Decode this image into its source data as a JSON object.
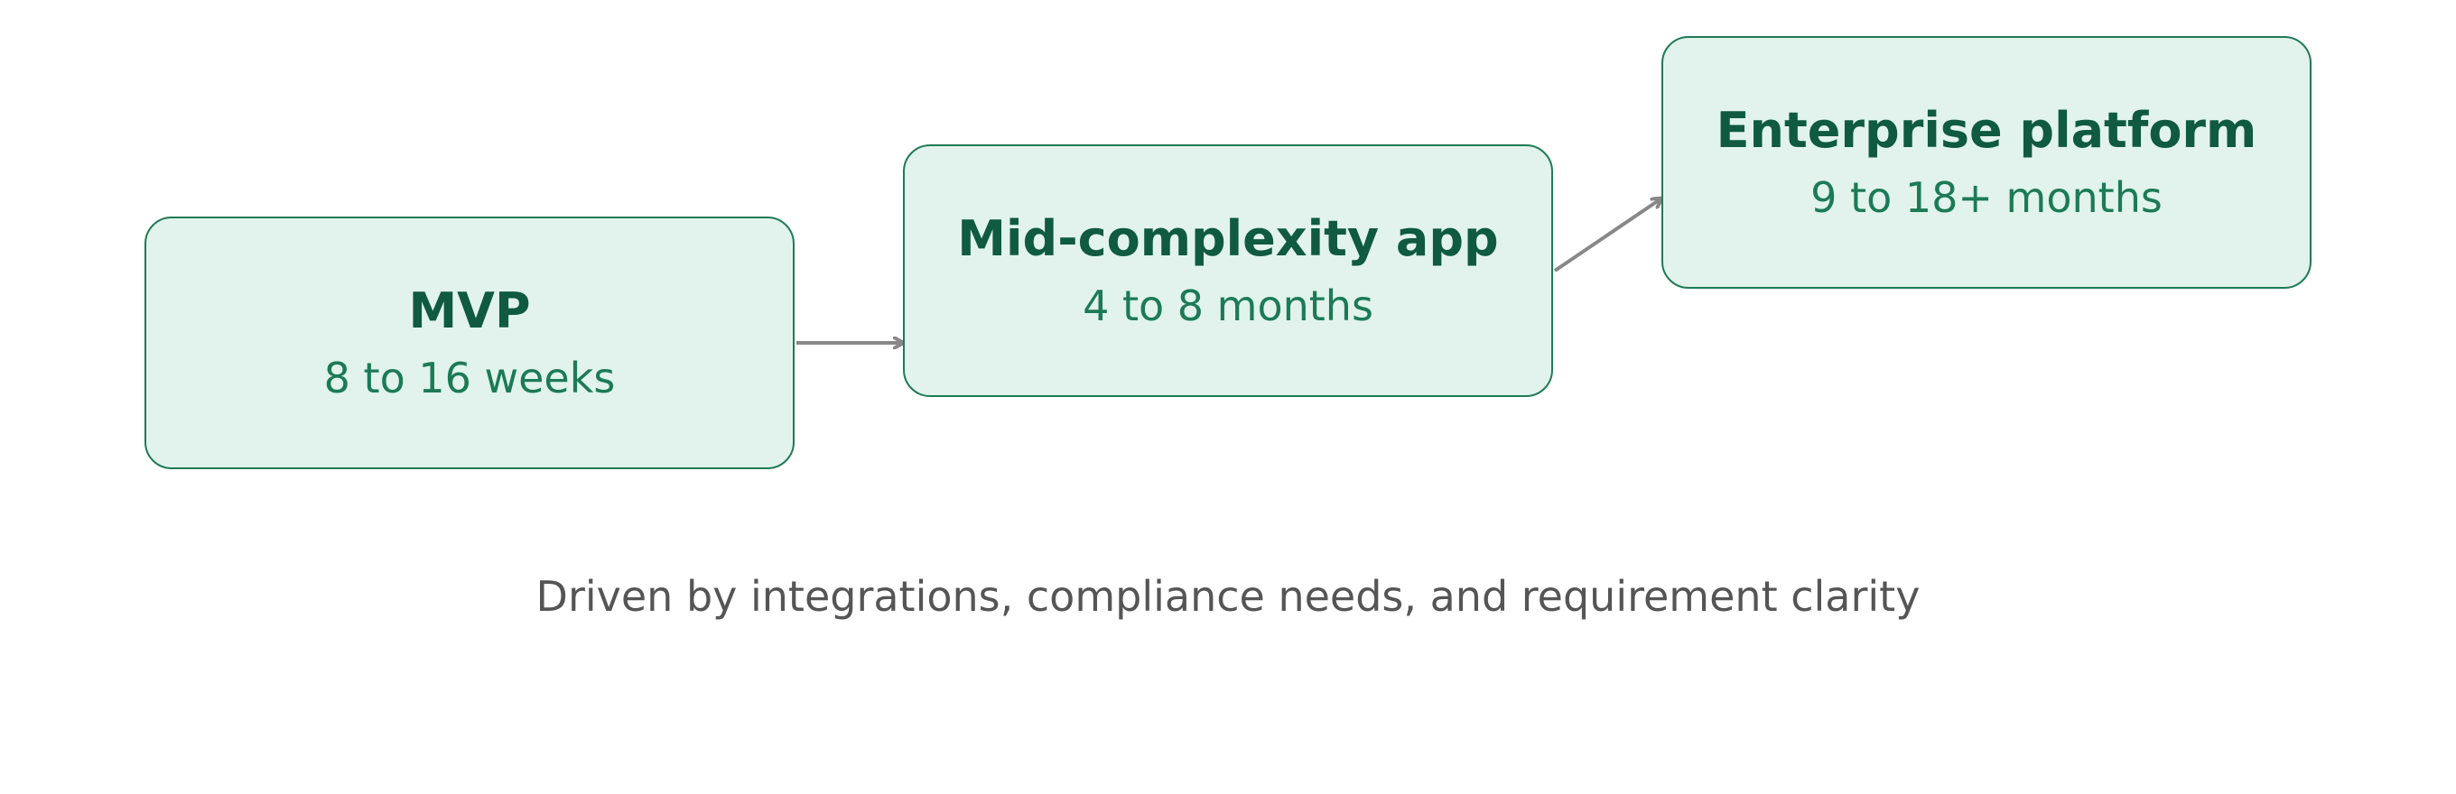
{
  "diagram": {
    "stages": [
      {
        "id": "mvp",
        "title": "MVP",
        "duration": "8 to 16 weeks"
      },
      {
        "id": "mid",
        "title": "Mid-complexity app",
        "duration": "4 to 8 months"
      },
      {
        "id": "ent",
        "title": "Enterprise platform",
        "duration": "9 to 18+ months"
      }
    ],
    "connections": [
      {
        "from": "mvp",
        "to": "mid"
      },
      {
        "from": "mid",
        "to": "ent"
      }
    ],
    "caption": "Driven by integrations, compliance needs, and requirement clarity",
    "colors": {
      "box_fill": "#e1f3ec",
      "box_border": "#1f7a57",
      "title": "#0f5a41",
      "duration": "#1c7a57",
      "arrow": "#888888",
      "caption": "#555555"
    }
  }
}
